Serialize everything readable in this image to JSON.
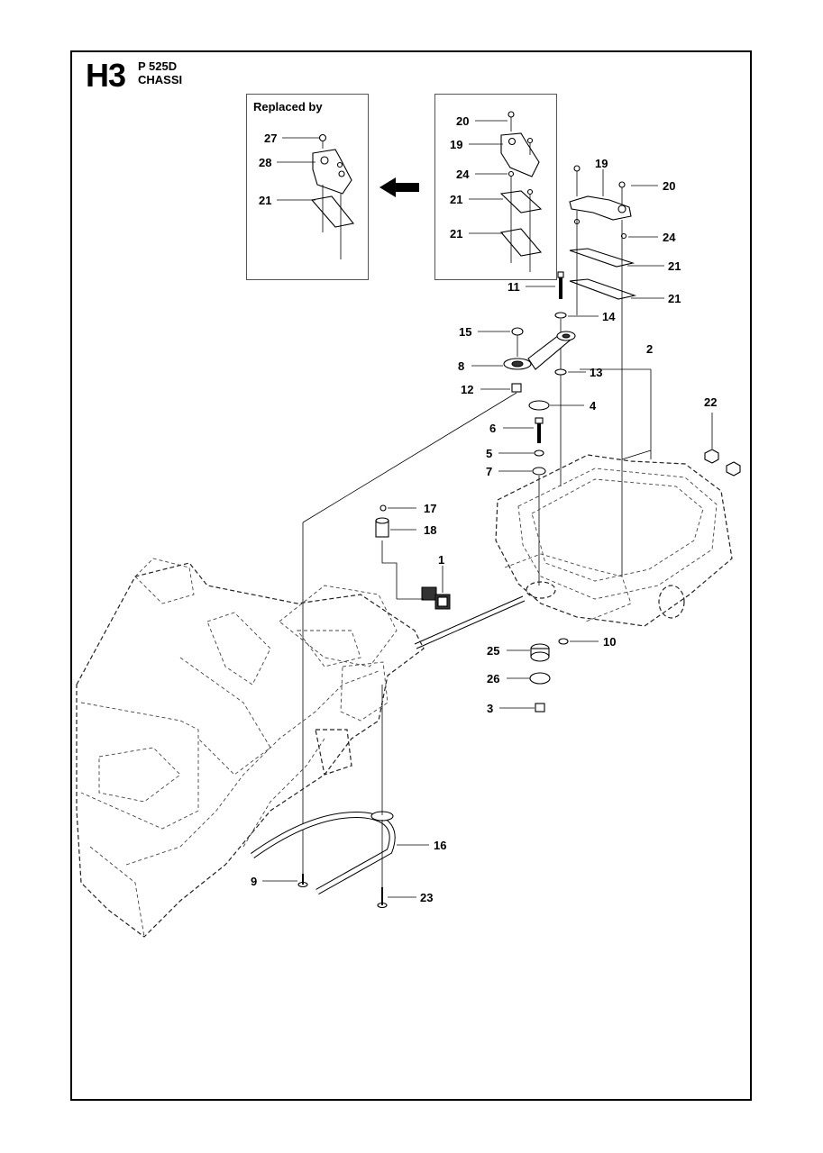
{
  "header": {
    "section_code": "H3",
    "model": "P 525D",
    "section_name": "CHASSI"
  },
  "replaced_box": {
    "title": "Replaced by"
  },
  "callouts": [
    {
      "id": "c20a",
      "label": "20"
    },
    {
      "id": "c19a",
      "label": "19"
    },
    {
      "id": "c24a",
      "label": "24"
    },
    {
      "id": "c21a",
      "label": "21"
    },
    {
      "id": "c21b",
      "label": "21"
    },
    {
      "id": "c27",
      "label": "27"
    },
    {
      "id": "c28",
      "label": "28"
    },
    {
      "id": "c21r",
      "label": "21"
    },
    {
      "id": "c19b",
      "label": "19"
    },
    {
      "id": "c20b",
      "label": "20"
    },
    {
      "id": "c24b",
      "label": "24"
    },
    {
      "id": "c21c",
      "label": "21"
    },
    {
      "id": "c21d",
      "label": "21"
    },
    {
      "id": "c11",
      "label": "11"
    },
    {
      "id": "c14",
      "label": "14"
    },
    {
      "id": "c15",
      "label": "15"
    },
    {
      "id": "c8",
      "label": "8"
    },
    {
      "id": "c13",
      "label": "13"
    },
    {
      "id": "c2",
      "label": "2"
    },
    {
      "id": "c12",
      "label": "12"
    },
    {
      "id": "c4",
      "label": "4"
    },
    {
      "id": "c22",
      "label": "22"
    },
    {
      "id": "c6",
      "label": "6"
    },
    {
      "id": "c5",
      "label": "5"
    },
    {
      "id": "c7",
      "label": "7"
    },
    {
      "id": "c17",
      "label": "17"
    },
    {
      "id": "c18",
      "label": "18"
    },
    {
      "id": "c1",
      "label": "1"
    },
    {
      "id": "c25",
      "label": "25"
    },
    {
      "id": "c10",
      "label": "10"
    },
    {
      "id": "c26",
      "label": "26"
    },
    {
      "id": "c3",
      "label": "3"
    },
    {
      "id": "c16",
      "label": "16"
    },
    {
      "id": "c9",
      "label": "9"
    },
    {
      "id": "c23",
      "label": "23"
    }
  ]
}
